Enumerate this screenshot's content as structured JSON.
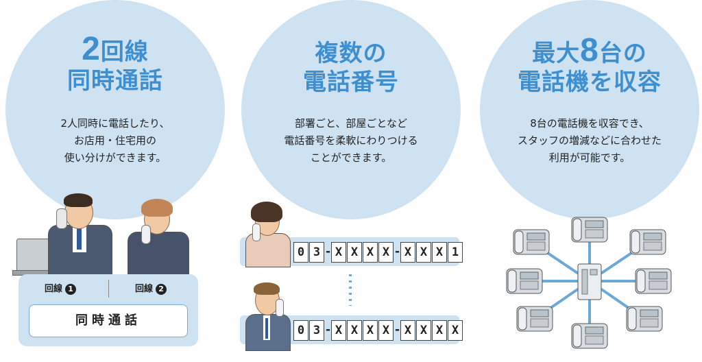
{
  "panel1": {
    "title_line1_num": "2",
    "title_line1_text": "回線",
    "title_line2": "同時通話",
    "desc": [
      "2人同時に電話したり、",
      "お店用・住宅用の",
      "使い分けができます。"
    ],
    "line_a_label": "回線",
    "line_a_num": "1",
    "line_b_label": "回線",
    "line_b_num": "2",
    "call_label": "同時通話"
  },
  "panel2": {
    "title_line1": "複数の",
    "title_line2": "電話番号",
    "desc": [
      "部署ごと、部屋ごとなど",
      "電話番号を柔軟にわりつける",
      "ことができます。"
    ],
    "numbers": [
      [
        "0",
        "3",
        "-",
        "X",
        "X",
        "X",
        "X",
        "-",
        "X",
        "X",
        "X",
        "1"
      ],
      [
        "0",
        "3",
        "-",
        "X",
        "X",
        "X",
        "X",
        "-",
        "X",
        "X",
        "X",
        "X"
      ]
    ]
  },
  "panel3": {
    "title_line1_a": "最大",
    "title_line1_num": "8",
    "title_line1_b": "台の",
    "title_line2": "電話機を収容",
    "desc": [
      "8台の電話機を収容でき、",
      "スタッフの増減などに合わせた",
      "利用が可能です。"
    ]
  },
  "colors": {
    "circle": "#cfe2f2",
    "title": "#3e8fcf",
    "link_line": "#6aa9d8"
  },
  "icons": [
    "phone-handset-icon",
    "laptop-icon",
    "office-phone-icon",
    "pbx-unit-icon"
  ]
}
